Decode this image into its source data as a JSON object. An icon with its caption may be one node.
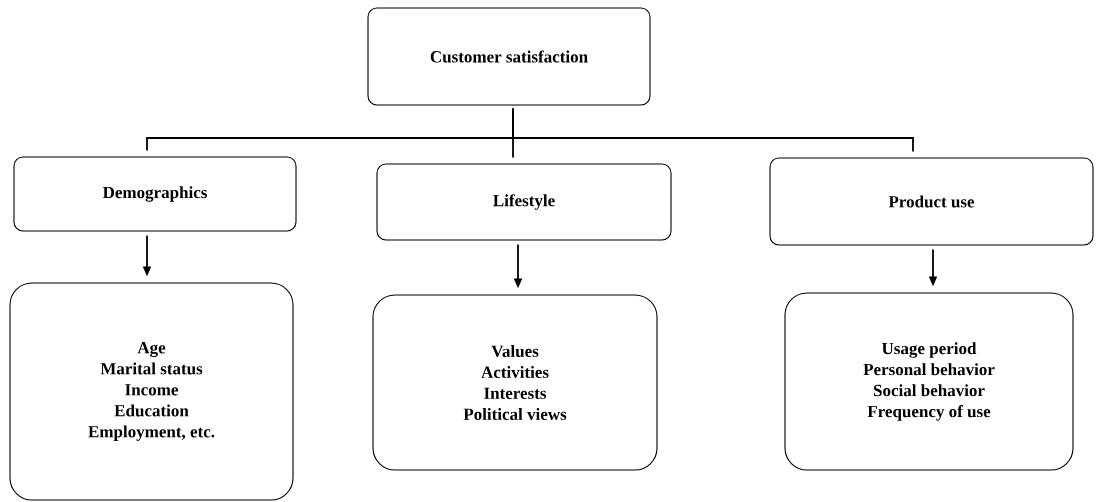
{
  "diagram": {
    "nodes": [
      {
        "text": [
          "Customer satisfaction"
        ]
      },
      {
        "text": [
          "Demographics"
        ]
      },
      {
        "text": [
          "Lifestyle"
        ]
      },
      {
        "text": [
          "Product use"
        ]
      },
      {
        "text": [
          "Age",
          "Marital status",
          "Income",
          "Education",
          "Employment, etc."
        ]
      },
      {
        "text": [
          "Values",
          "Activities",
          "Interests",
          "Political views"
        ]
      },
      {
        "text": [
          "Usage period",
          "Personal behavior",
          "Social behavior",
          "Frequency of use"
        ]
      }
    ],
    "edges": [
      {
        "from": 0,
        "to": 1,
        "arrow": "none"
      },
      {
        "from": 0,
        "to": 2,
        "arrow": "none"
      },
      {
        "from": 0,
        "to": 3,
        "arrow": "none"
      },
      {
        "from": 1,
        "to": 4,
        "arrow": "to"
      },
      {
        "from": 2,
        "to": 5,
        "arrow": "to"
      },
      {
        "from": 3,
        "to": 6,
        "arrow": "to"
      }
    ]
  }
}
